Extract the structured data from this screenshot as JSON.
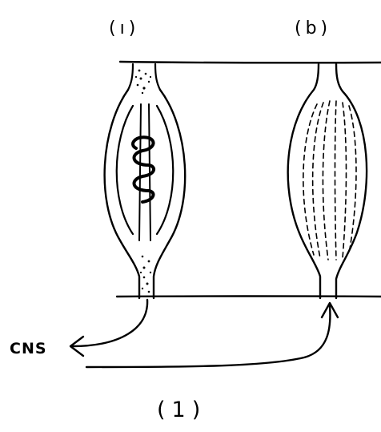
{
  "labels": {
    "panel_a": "(ı)",
    "panel_b": "(b)",
    "cns": "CNS",
    "figure": "(1)"
  },
  "colors": {
    "ink": "#000000",
    "paper": "#ffffff"
  }
}
